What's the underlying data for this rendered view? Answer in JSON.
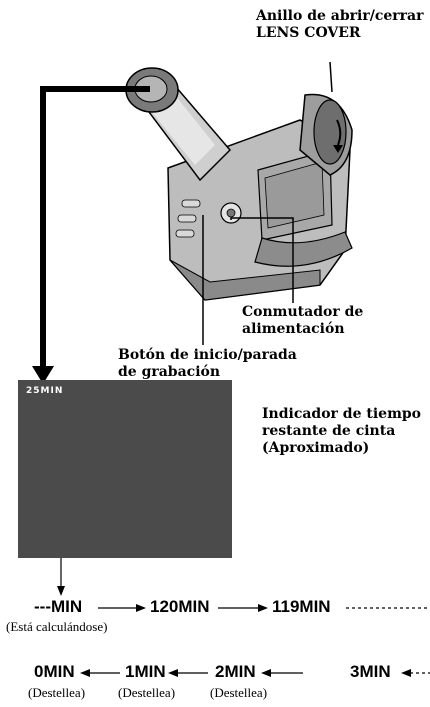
{
  "labels": {
    "lens_ring_line1": "Anillo de abrir/cerrar",
    "lens_ring_line2": "LENS COVER",
    "power_switch_line1": "Conmutador de",
    "power_switch_line2": "alimentación",
    "record_button_line1": "Botón de inicio/parada",
    "record_button_line2": "de grabación",
    "indicator_line1": "Indicador de tiempo",
    "indicator_line2": "restante de cinta",
    "indicator_line3": "(Aproximado)"
  },
  "screen": {
    "osd_text": "25MIN"
  },
  "sequence_top": {
    "items": [
      "---MIN",
      "120MIN",
      "119MIN"
    ],
    "note": "(Está calculándose)"
  },
  "sequence_bottom": {
    "items": [
      "0MIN",
      "1MIN",
      "2MIN",
      "3MIN"
    ],
    "notes": [
      "(Destellea)",
      "(Destellea)",
      "(Destellea)"
    ]
  }
}
